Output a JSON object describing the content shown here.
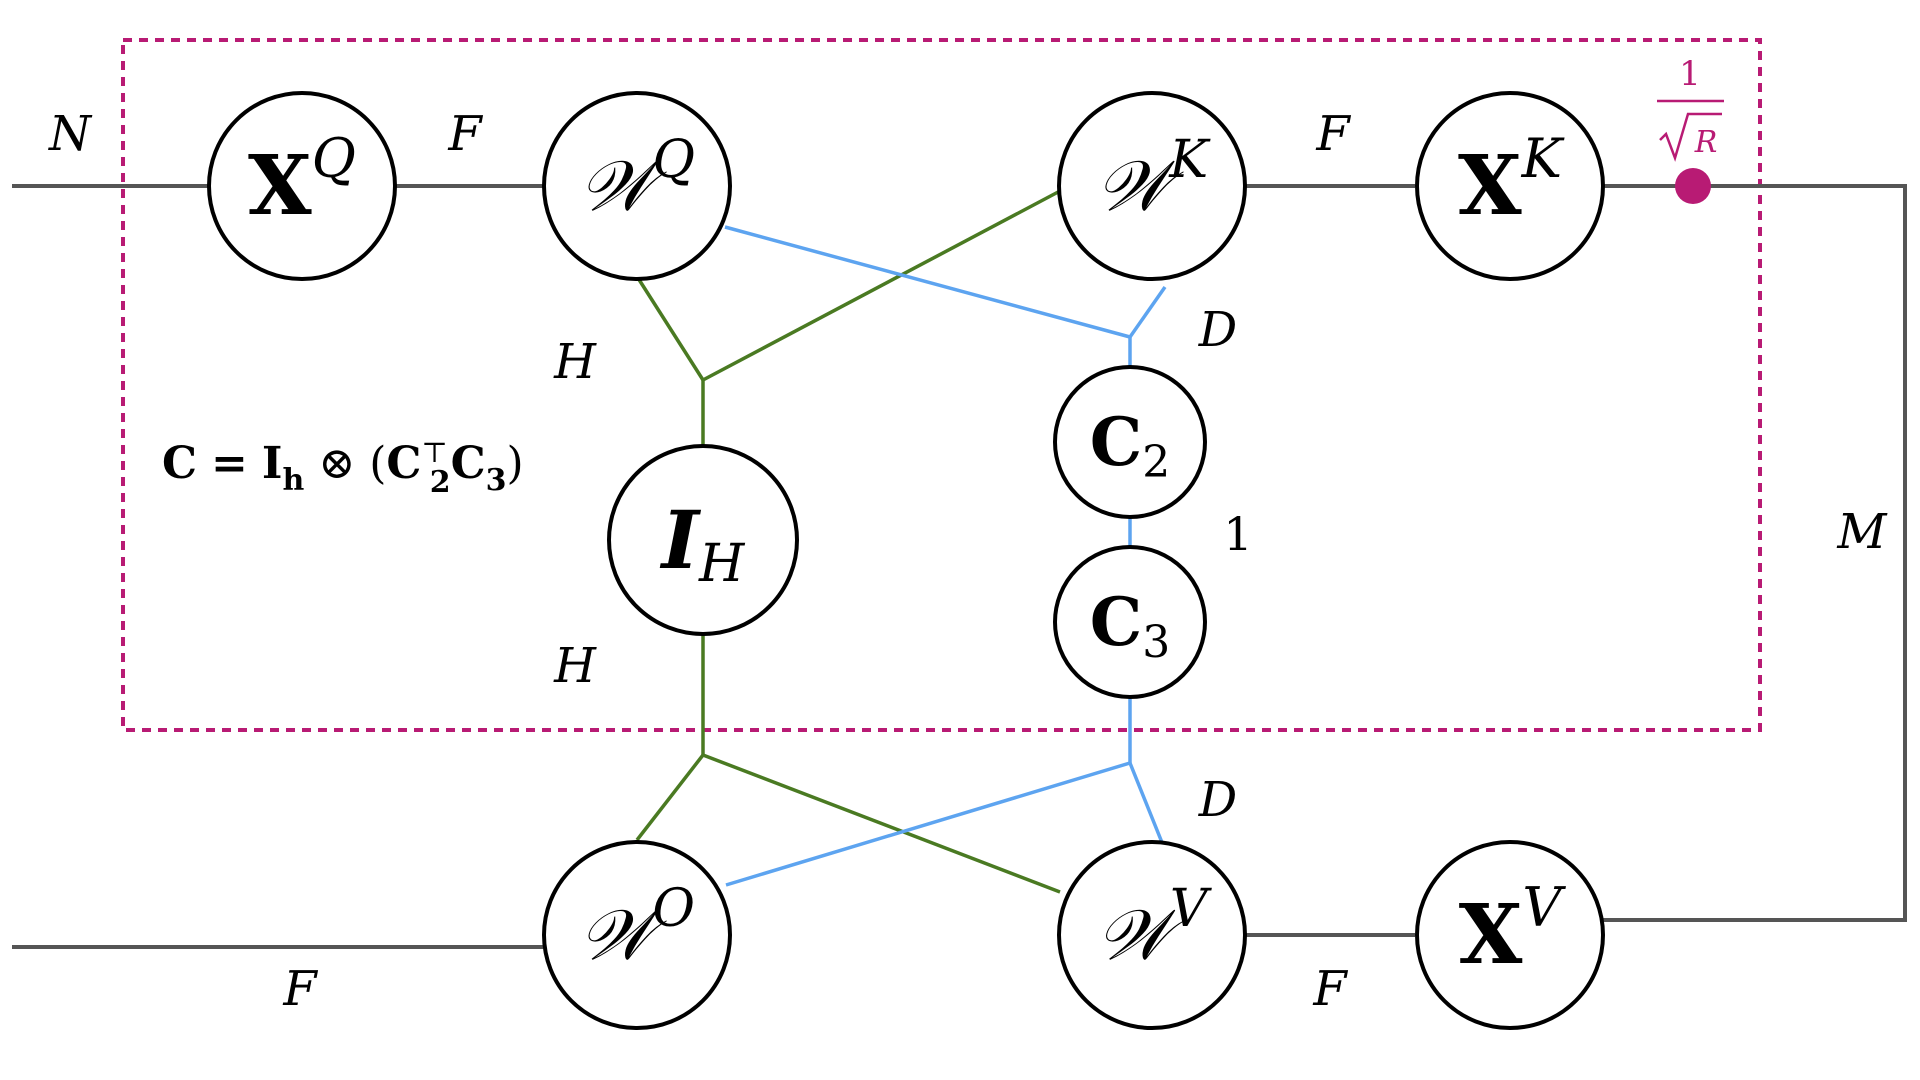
{
  "colors": {
    "line": "#555555",
    "green": "#4a7a22",
    "blue": "#5da4f0",
    "magenta": "#b81b74",
    "node_stroke": "#000000"
  },
  "nodes": {
    "xq": {
      "base": "X",
      "sup": "Q"
    },
    "wq": {
      "base": "𝒲",
      "sup": "Q"
    },
    "wk": {
      "base": "𝒲",
      "sup": "K"
    },
    "xk": {
      "base": "X",
      "sup": "K"
    },
    "ih": {
      "base": "I",
      "sub": "H"
    },
    "c2": {
      "base": "C",
      "sub": "2"
    },
    "c3": {
      "base": "C",
      "sub": "3"
    },
    "wo": {
      "base": "𝒲",
      "sup": "O"
    },
    "wv": {
      "base": "𝒲",
      "sup": "V"
    },
    "xv": {
      "base": "X",
      "sup": "V"
    }
  },
  "edge_labels": {
    "n": "N",
    "f_top_left": "F",
    "f_top_right": "F",
    "h_top": "H",
    "h_bottom": "H",
    "d_top": "D",
    "d_bottom": "D",
    "one": "1",
    "m": "M",
    "f_bottom_left": "F",
    "f_bottom_right": "F"
  },
  "scale_factor": {
    "numerator": "1",
    "radicand": "R"
  },
  "formula": {
    "lhs": "C",
    "eq": "=",
    "ih_base": "I",
    "ih_sub": "h",
    "otimes": "⊗",
    "lparen": "(",
    "c2_base": "C",
    "c2_sup": "⊤",
    "c2_sub": "2",
    "c3_base": "C",
    "c3_sub": "3",
    "rparen": ")"
  }
}
